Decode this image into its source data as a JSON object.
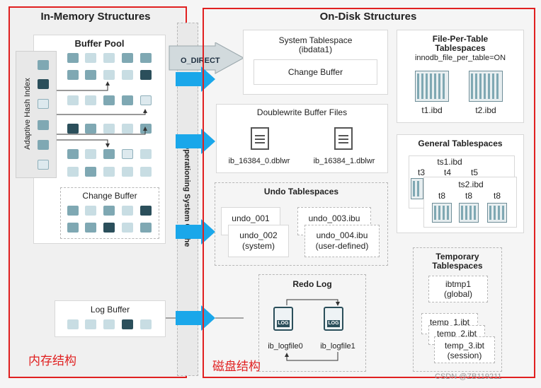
{
  "in_memory": {
    "title": "In-Memory Structures",
    "label_zh": "内存结构"
  },
  "buffer_pool": {
    "title": "Buffer Pool"
  },
  "adaptive_hash_index": {
    "label": "Adaptive Hash Index"
  },
  "change_buffer_mem": {
    "title": "Change Buffer"
  },
  "log_buffer": {
    "title": "Log Buffer"
  },
  "os_cache": {
    "label": "Operationing System Cache",
    "o_direct": "O_DIRECT"
  },
  "on_disk": {
    "title": "On-Disk Structures",
    "label_zh": "磁盘结构"
  },
  "system_tablespace": {
    "title": "System Tablespace",
    "subtitle": "(ibdata1)",
    "inner": "Change Buffer"
  },
  "file_per_table": {
    "title": "File-Per-Table",
    "title2": "Tablespaces",
    "setting": "innodb_file_per_table=ON",
    "files": [
      "t1.ibd",
      "t2.ibd"
    ]
  },
  "doublewrite": {
    "title": "Doublewrite Buffer Files",
    "files": [
      "ib_16384_0.dblwr",
      "ib_16384_1.dblwr"
    ]
  },
  "general_tablespaces": {
    "title": "General Tablespaces",
    "ts1": "ts1.ibd",
    "ts1_tables": [
      "t3",
      "t4",
      "t5"
    ],
    "ts2": "ts2.ibd",
    "ts2_tables": [
      "t8",
      "t8",
      "t8"
    ]
  },
  "undo": {
    "title": "Undo Tablespaces",
    "u1": "undo_001",
    "u2": "undo_002",
    "u2_sub": "(system)",
    "u3": "undo_003.ibu",
    "u4": "undo_004.ibu",
    "u4_sub": "(user-defined)"
  },
  "redo": {
    "title": "Redo Log",
    "log_tag": "LOG",
    "files": [
      "ib_logfile0",
      "ib_logfile1"
    ]
  },
  "temporary": {
    "title": "Temporary",
    "title2": "Tablespaces",
    "global": "ibtmp1",
    "global_sub": "(global)",
    "t1": "temp_1.ibt",
    "t2": "temp_2.ibt",
    "t3": "temp_3.ibt",
    "session": "(session)"
  },
  "watermark": "CSDN @ZB119211"
}
